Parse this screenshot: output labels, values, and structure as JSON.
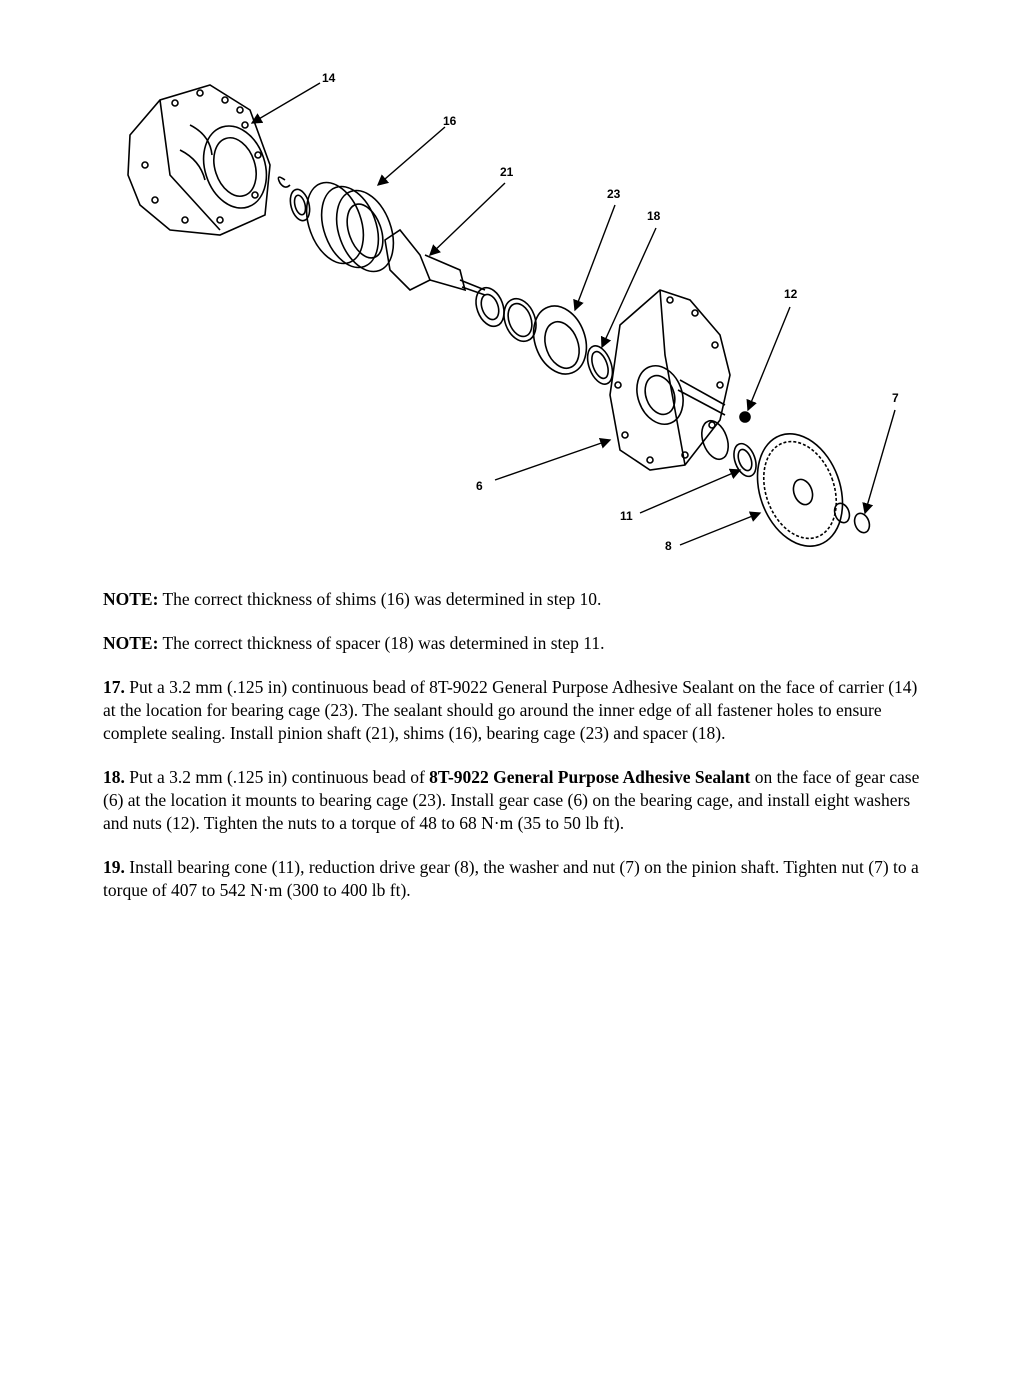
{
  "figure": {
    "callouts": {
      "c14": "14",
      "c16": "16",
      "c21": "21",
      "c23": "23",
      "c18": "18",
      "c12": "12",
      "c7": "7",
      "c6": "6",
      "c11": "11",
      "c8": "8"
    }
  },
  "notes": [
    {
      "label": "NOTE:",
      "text": " The correct thickness of shims (16) was determined in step 10."
    },
    {
      "label": "NOTE:",
      "text": " The correct thickness of spacer (18) was determined in step 11."
    }
  ],
  "steps": [
    {
      "num": "17.",
      "text": " Put a 3.2 mm (.125 in) continuous bead of 8T-9022 General Purpose Adhesive Sealant on the face of carrier (14) at the location for bearing cage (23). The sealant should go around the inner edge of all fastener holes to ensure complete sealing. Install pinion shaft (21), shims (16), bearing cage (23) and spacer (18)."
    },
    {
      "num": "18.",
      "pre": " Put a 3.2 mm (.125 in) continuous bead of ",
      "bold": "8T-9022 General Purpose Adhesive Sealant",
      "post": " on the face of gear case (6) at the location it mounts to bearing cage (23). Install gear case (6) on the bearing cage, and install eight washers and nuts (12). Tighten the nuts to a torque of 48 to 68 N·m (35 to 50 lb ft)."
    },
    {
      "num": "19.",
      "text": " Install bearing cone (11), reduction drive gear (8), the washer and nut (7) on the pinion shaft. Tighten nut (7) to a torque of 407 to 542 N·m (300 to 400 lb ft)."
    }
  ]
}
